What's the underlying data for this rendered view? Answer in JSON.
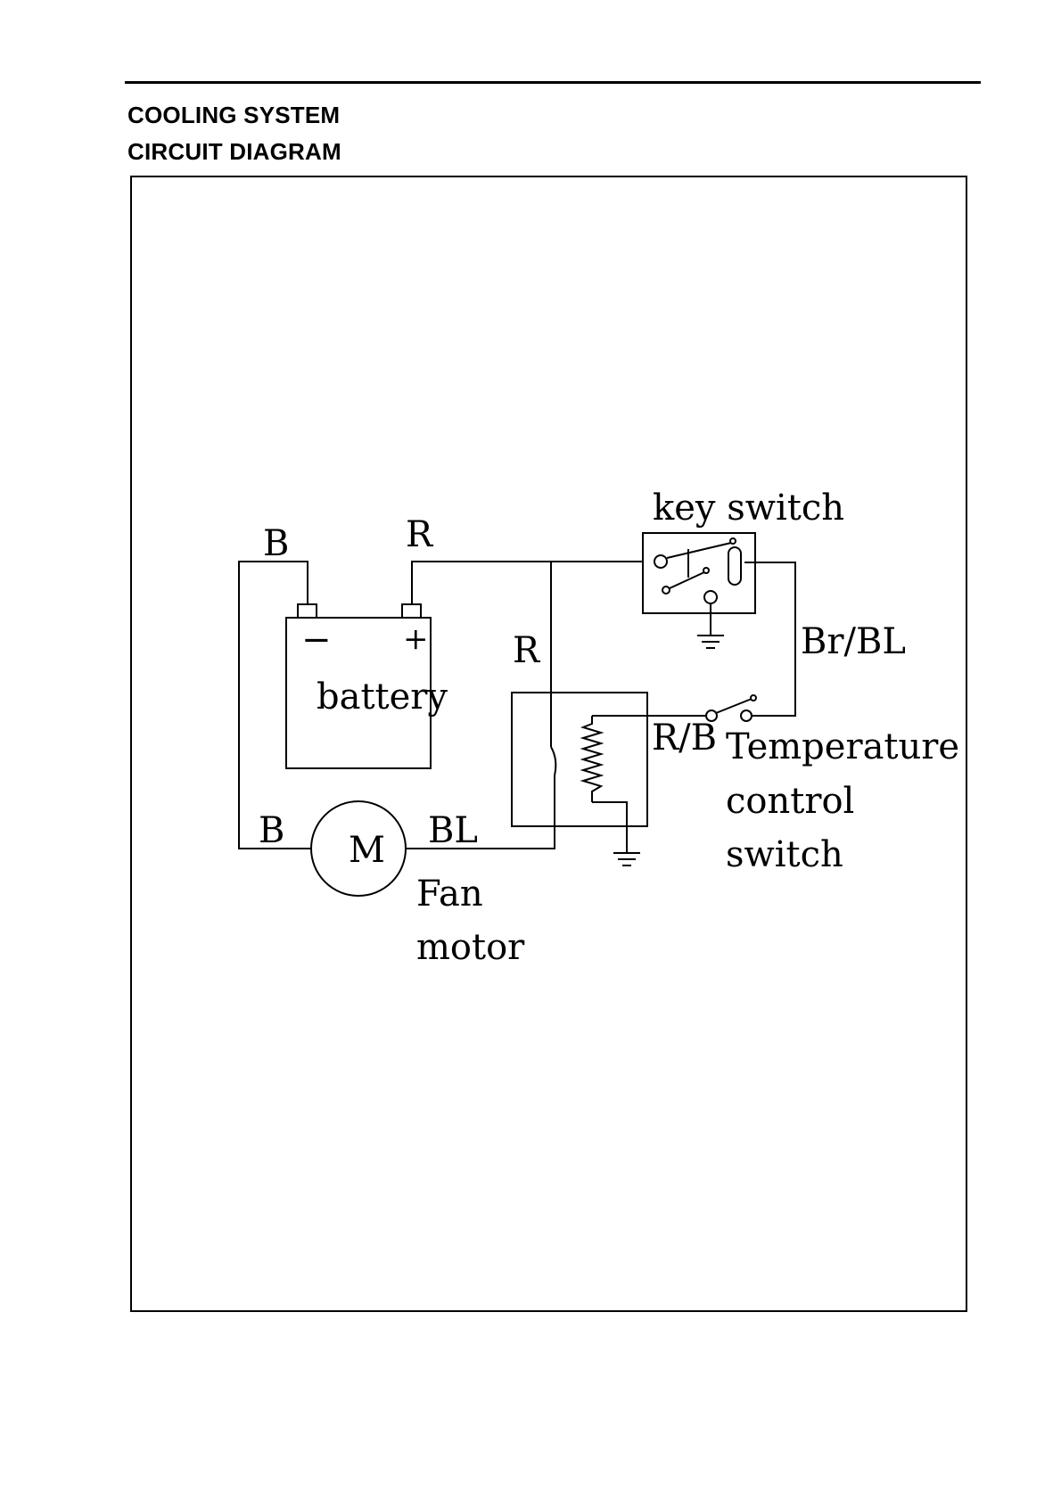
{
  "header": {
    "section_title": "COOLING SYSTEM",
    "subsection_title": "CIRCUIT DIAGRAM"
  },
  "diagram": {
    "components": {
      "key_switch": "key switch",
      "battery": "battery",
      "battery_neg": "−",
      "battery_pos": "+",
      "motor_symbol": "M",
      "fan_motor_line1": "Fan",
      "fan_motor_line2": "motor",
      "temp_switch_line1": "Temperature",
      "temp_switch_line2": "control",
      "temp_switch_line3": "switch"
    },
    "wire_labels": {
      "b_top": "B",
      "r_top": "R",
      "r_mid": "R",
      "br_bl": "Br/BL",
      "r_b": "R/B",
      "b_bottom": "B",
      "bl": "BL"
    }
  }
}
